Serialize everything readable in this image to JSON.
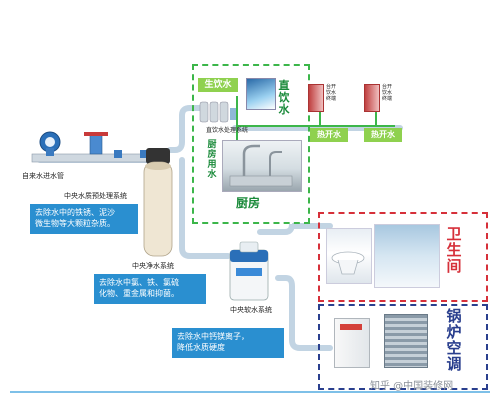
{
  "labels": {
    "inlet": "自来水进水管",
    "pretreat": "中央水质预处理系统",
    "purifier": "中央净水系统",
    "softener": "中央软水系统",
    "direct_ctrl": "直饮水处理系统"
  },
  "notes": {
    "pretreat": "去除水中的铁锈、泥沙\n微生物等大颗粒杂质。",
    "purifier": "去除水中氯、铁、氯硫\n化物、重金属和抑菌。",
    "softener": "去除水中钙镁离子，\n降低水质硬度"
  },
  "kitchen": {
    "raw_tag": "生饮水",
    "direct_drink": "直饮水",
    "kitchen_water": "厨房用水",
    "title": "厨房"
  },
  "hot_water": {
    "tag1": "热开水",
    "tag2": "热开水",
    "device1": "台开\n饮水\n终端",
    "device2": "台开\n饮水\n终端"
  },
  "bathroom": {
    "title": "卫生间"
  },
  "boiler": {
    "title": "锅炉空调"
  },
  "watermark": "知乎 @中国装修网",
  "colors": {
    "green_border": "#3cb64a",
    "red_border": "#d6303a",
    "navy_border": "#2a3f8e",
    "note_bg": "#2a8fd0",
    "pipe": "#b9cfe0"
  }
}
